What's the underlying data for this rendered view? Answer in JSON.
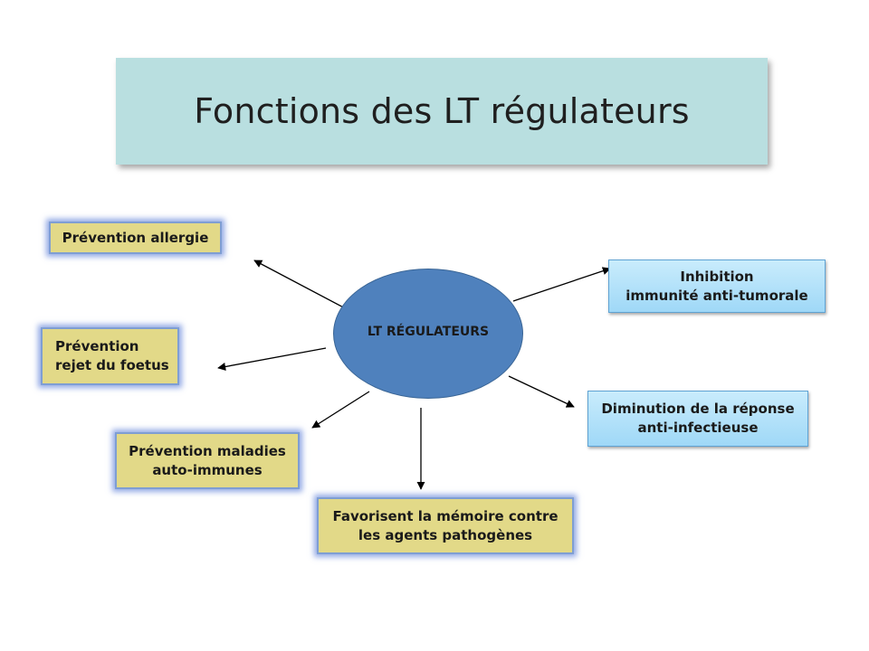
{
  "title": "Fonctions des LT régulateurs",
  "center": "LT RÉGULATEURS",
  "nodes": {
    "allergie": "Prévention allergie",
    "foetus": "Prévention\n rejet du foetus",
    "auto_immunes": "Prévention maladies\nauto-immunes",
    "memoire": "Favorisent la mémoire contre\nles agents pathogènes",
    "anti_tumorale": "Inhibition\nimmunité anti-tumorale",
    "anti_infectieuse": "Diminution  de la réponse\nanti-infectieuse"
  },
  "colors": {
    "title_banner": "#b9dfe0",
    "center_node": "#4f81bd",
    "yellow_box": "#e2d988",
    "yellow_glow": "#7f9ed3",
    "blue_box": "#b3e2fa"
  }
}
